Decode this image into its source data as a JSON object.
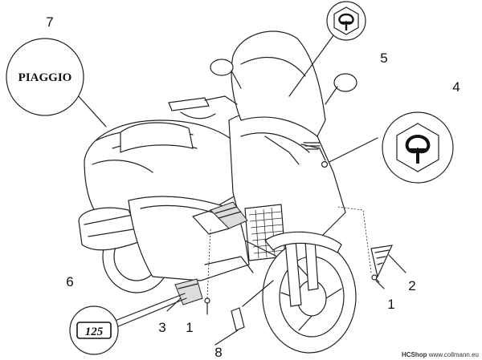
{
  "callouts": [
    {
      "id": "1a",
      "label": "1"
    },
    {
      "id": "1b",
      "label": "1"
    },
    {
      "id": "2",
      "label": "2"
    },
    {
      "id": "3",
      "label": "3"
    },
    {
      "id": "4",
      "label": "4"
    },
    {
      "id": "5",
      "label": "5"
    },
    {
      "id": "6",
      "label": "6"
    },
    {
      "id": "7",
      "label": "7"
    },
    {
      "id": "8",
      "label": "8"
    }
  ],
  "logo_text": "PIAGGIO",
  "badge_text": "125",
  "credit": {
    "shop": "HCShop",
    "site": "www.collmann.eu"
  }
}
